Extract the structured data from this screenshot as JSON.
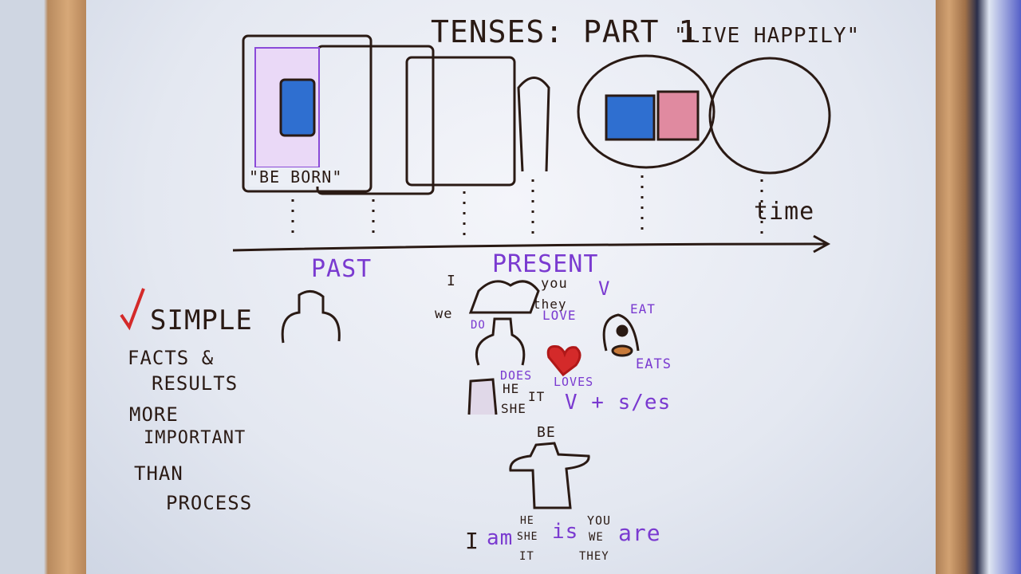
{
  "title": "TENSES: PART 1",
  "top_labels": {
    "be_born": "\"BE BORN\"",
    "live_happily": "\"LIVE HAPPILY\"",
    "time": "time"
  },
  "sections": {
    "past": "PAST",
    "present": "PRESENT"
  },
  "left_notes": {
    "simple": "SIMPLE",
    "lines": [
      "FACTS &",
      "RESULTS",
      "MORE",
      "IMPORTANT",
      "THAN",
      "PROCESS"
    ]
  },
  "present": {
    "pronouns_group": [
      "I",
      "you",
      "we",
      "they"
    ],
    "v": "V",
    "verbs": {
      "do": "DO",
      "does": "DOES",
      "love": "LOVE",
      "loves": "LOVES",
      "eat": "EAT",
      "eats": "EATS"
    },
    "third_person": [
      "HE",
      "SHE",
      "IT"
    ],
    "rule": "V + s/es"
  },
  "be": {
    "label": "BE",
    "i": "I",
    "am": "am",
    "he_she_it": [
      "HE",
      "SHE",
      "IT"
    ],
    "is": "is",
    "you_we_they": [
      "YOU",
      "WE",
      "THEY"
    ],
    "are": "are"
  },
  "colors": {
    "ink": "#2a1a14",
    "purple": "#7a3ad0",
    "red": "#d42a2a",
    "blue": "#2f6fd0"
  }
}
